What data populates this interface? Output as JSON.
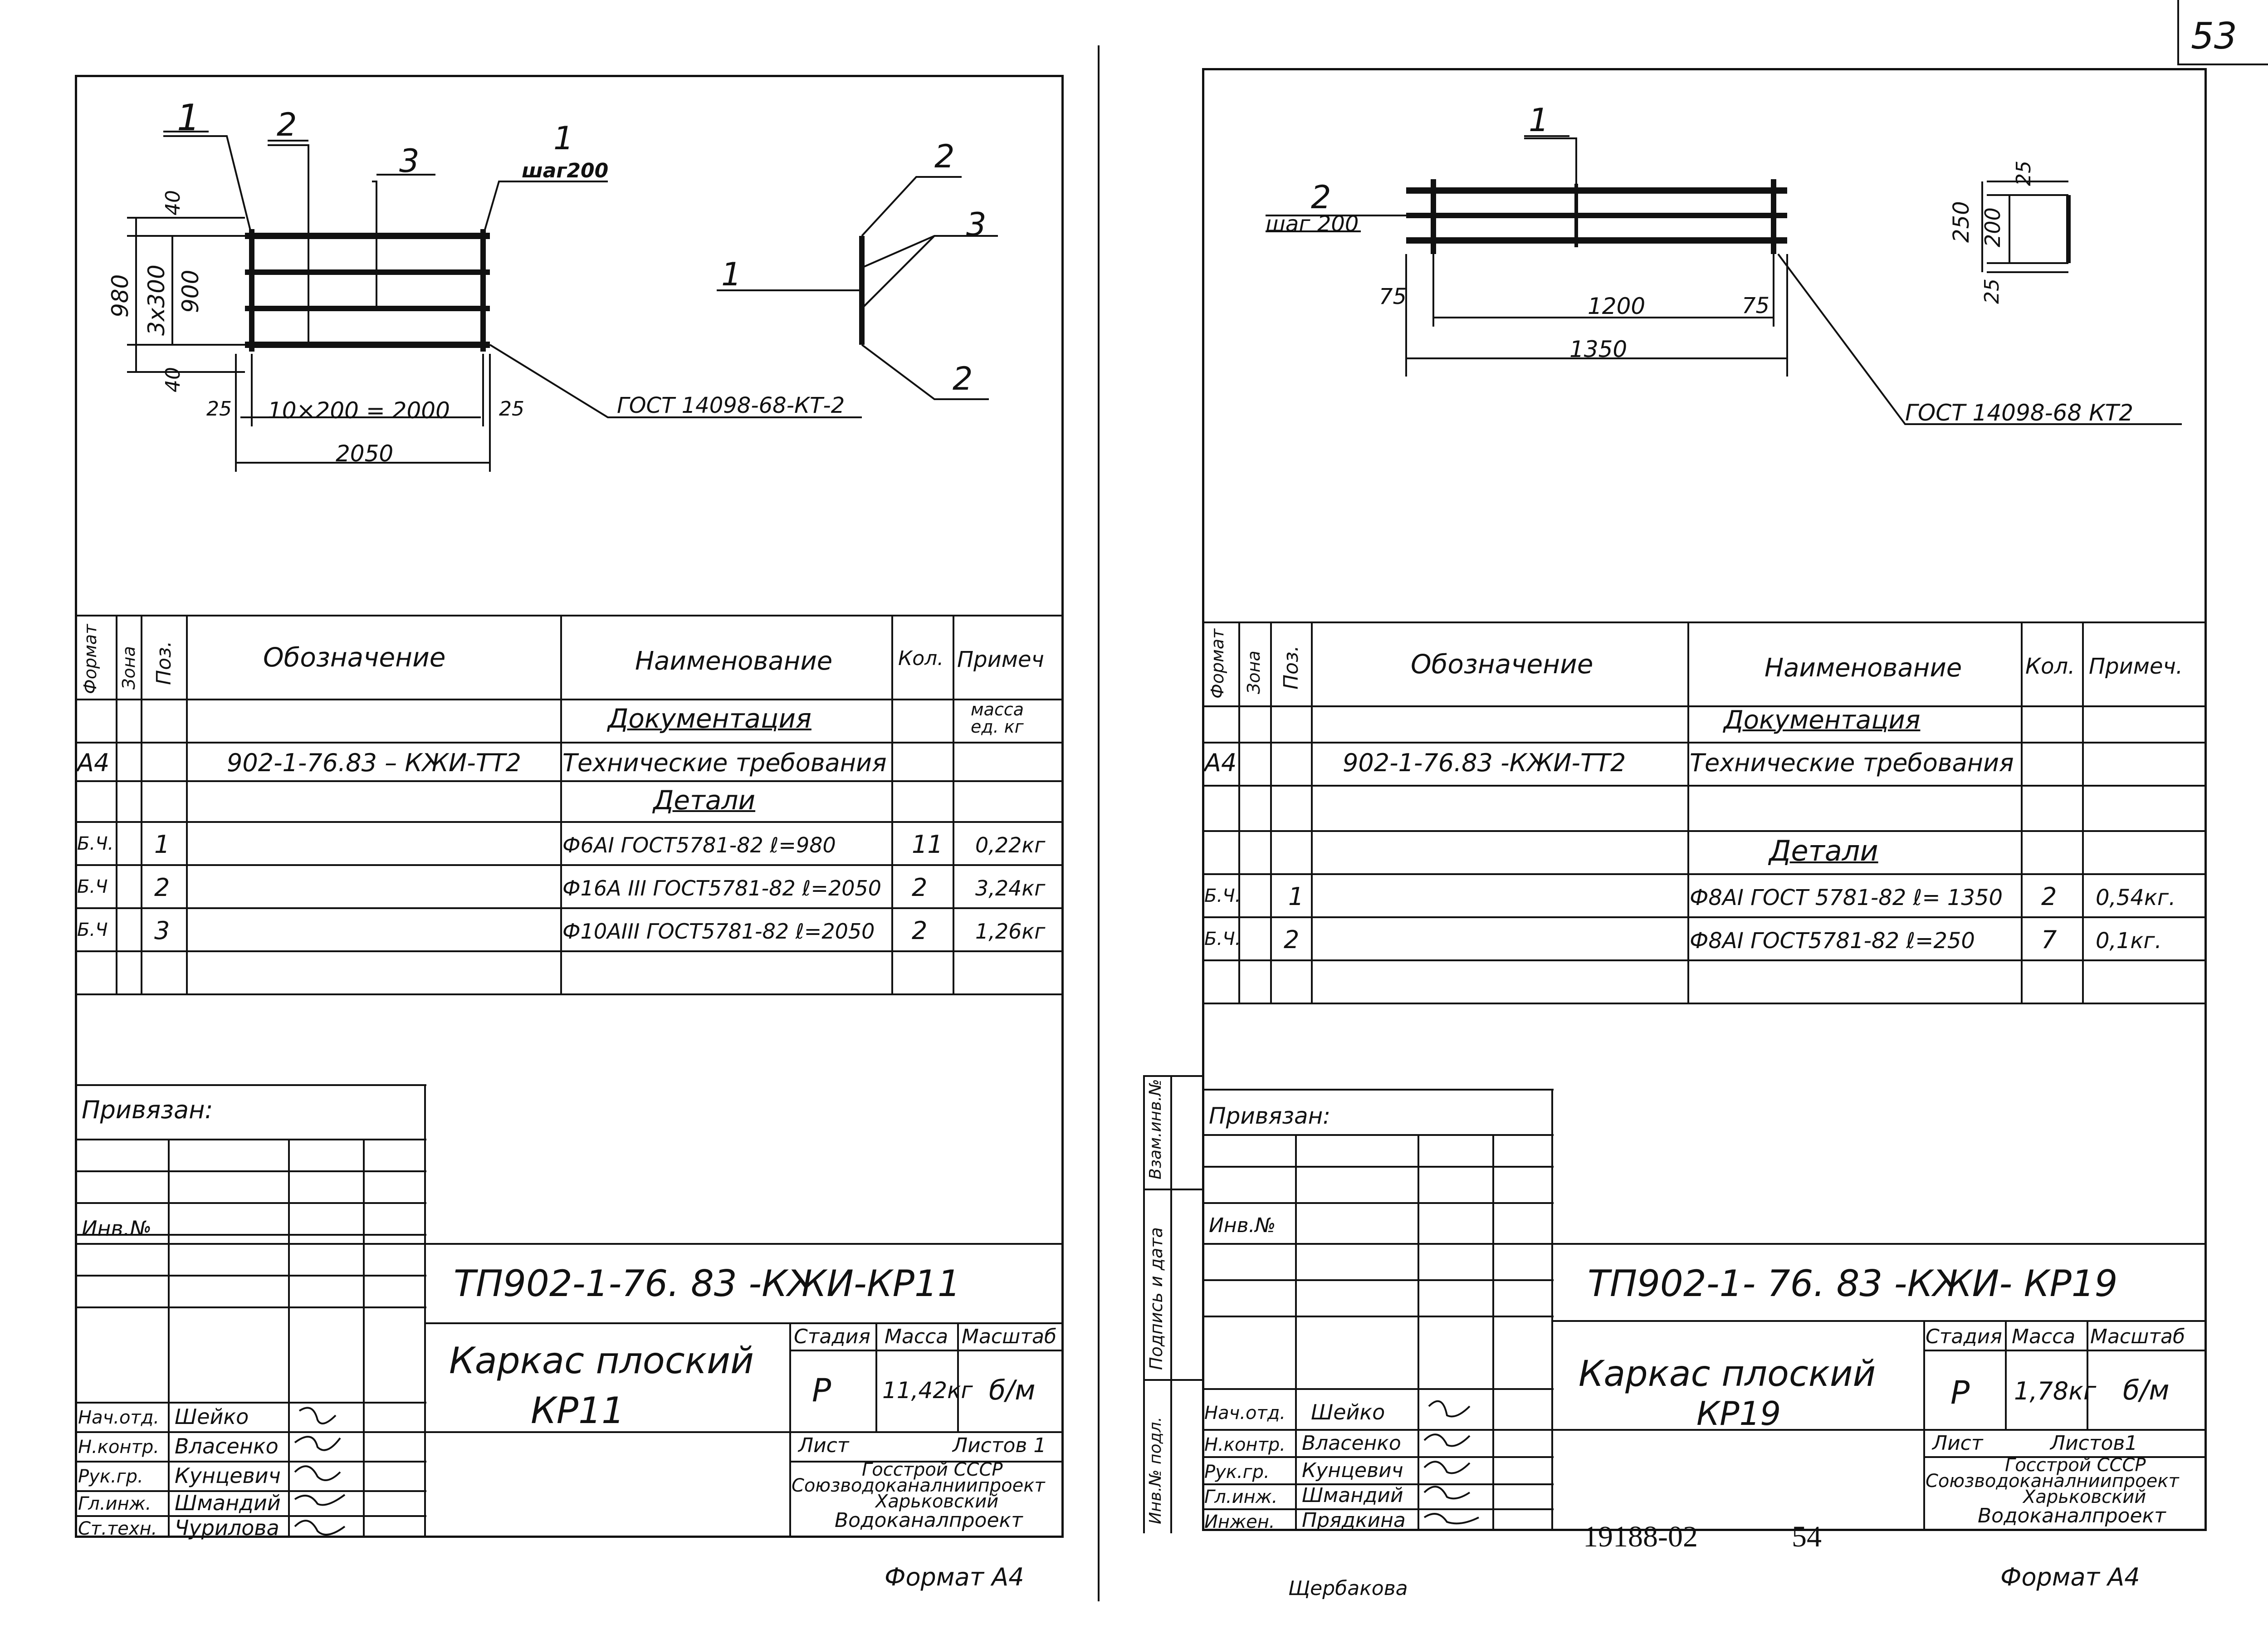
{
  "page_number": "53",
  "left": {
    "drawing": {
      "callouts": [
        "1",
        "2",
        "3",
        "1",
        "шаг200",
        "2",
        "3",
        "1",
        "2"
      ],
      "dims": {
        "d40a": "40",
        "d980": "980",
        "d3x300": "3x300",
        "d900": "900",
        "d40b": "40",
        "d25a": "25",
        "d2000": "10×200 = 2000",
        "d25b": "25",
        "d2050": "2050"
      },
      "gost": "ГОСТ 14098-68-КТ-2"
    },
    "spec": {
      "headers": {
        "format": "Формат",
        "zone": "Зона",
        "pos": "Поз.",
        "designation": "Обозначение",
        "name": "Наименование",
        "qty": "Кол.",
        "note": "Примеч"
      },
      "rows": [
        {
          "format": "",
          "pos": "",
          "designation": "",
          "name": "Документация",
          "qty": "",
          "note": "масса ед. кг"
        },
        {
          "format": "А4",
          "pos": "",
          "designation": "902-1-76.83 – КЖИ-ТТ2",
          "name": "Технические требования",
          "qty": "",
          "note": ""
        },
        {
          "format": "",
          "pos": "",
          "designation": "",
          "name": "Детали",
          "qty": "",
          "note": ""
        },
        {
          "format": "Б.Ч.",
          "pos": "1",
          "designation": "",
          "name": "Ф6АI ГОСТ5781-82 ℓ=980",
          "qty": "11",
          "note": "0,22кг"
        },
        {
          "format": "Б.Ч",
          "pos": "2",
          "designation": "",
          "name": "Ф16А III ГОСТ5781-82 ℓ=2050",
          "qty": "2",
          "note": "3,24кг"
        },
        {
          "format": "Б.Ч",
          "pos": "3",
          "designation": "",
          "name": "Ф10АIII ГОСТ5781-82 ℓ=2050",
          "qty": "2",
          "note": "1,26кг"
        }
      ]
    },
    "stamp": {
      "privyazan": "Привязан:",
      "inv": "Инв.№",
      "doc_code": "ТП902-1-76. 83 -КЖИ-КР11",
      "title_line1": "Каркас плоский",
      "title_line2": "КР11",
      "stage_label": "Стадия",
      "mass_label": "Масса",
      "scale_label": "Масштаб",
      "stage": "Р",
      "mass": "11,42кг",
      "scale": "б/м",
      "sheet_label": "Лист",
      "sheets_label": "Листов 1",
      "org1": "Госстрой СССР",
      "org2": "Союзводоканалниипроект",
      "org3": "Харьковский",
      "org4": "Водоканалпроект",
      "roles": [
        {
          "role": "Нач.отд.",
          "name": "Шейко"
        },
        {
          "role": "Н.контр.",
          "name": "Власенко"
        },
        {
          "role": "Рук.гр.",
          "name": "Кунцевич"
        },
        {
          "role": "Гл.инж.",
          "name": "Шмандий"
        },
        {
          "role": "Ст.техн.",
          "name": "Чурилова"
        }
      ]
    },
    "format": "Формат А4"
  },
  "right": {
    "drawing": {
      "callouts": [
        "1",
        "2",
        "шаг 200"
      ],
      "dims": {
        "d75a": "75",
        "d1200": "1200",
        "d75b": "75",
        "d1350": "1350",
        "d250": "250",
        "d25a": "25",
        "d200": "200",
        "d25b": "25"
      },
      "gost": "ГОСТ 14098-68 КТ2"
    },
    "spec": {
      "headers": {
        "format": "Формат",
        "zone": "Зона",
        "pos": "Поз.",
        "designation": "Обозначение",
        "name": "Наименование",
        "qty": "Кол.",
        "note": "Примеч."
      },
      "rows": [
        {
          "format": "",
          "pos": "",
          "designation": "",
          "name": "Документация",
          "qty": "",
          "note": ""
        },
        {
          "format": "А4",
          "pos": "",
          "designation": "902-1-76.83 -КЖИ-ТТ2",
          "name": "Технические требования",
          "qty": "",
          "note": ""
        },
        {
          "format": "",
          "pos": "",
          "designation": "",
          "name": "",
          "qty": "",
          "note": ""
        },
        {
          "format": "",
          "pos": "",
          "designation": "",
          "name": "Детали",
          "qty": "",
          "note": ""
        },
        {
          "format": "Б.Ч.",
          "pos": "1",
          "designation": "",
          "name": "Ф8АI ГОСТ 5781-82 ℓ= 1350",
          "qty": "2",
          "note": "0,54кг."
        },
        {
          "format": "Б.Ч.",
          "pos": "2",
          "designation": "",
          "name": "Ф8АI ГОСТ5781-82 ℓ=250",
          "qty": "7",
          "note": "0,1кг."
        }
      ]
    },
    "side_labels": [
      "Инв.№ подл.",
      "Подпись и дата",
      "Взам.инв.№"
    ],
    "stamp": {
      "privyazan": "Привязан:",
      "inv": "Инв.№",
      "doc_code": "ТП902-1- 76. 83 -КЖИ- КР19",
      "title_line1": "Каркас плоский",
      "title_line2": "КР19",
      "stage_label": "Стадия",
      "mass_label": "Масса",
      "scale_label": "Масштаб",
      "stage": "Р",
      "mass": "1,78кг",
      "scale": "б/м",
      "sheet_label": "Лист",
      "sheets_label": "Листов1",
      "org1": "Госстрой СССР",
      "org2": "Союзводоканалниипроект",
      "org3": "Харьковский",
      "org4": "Водоканалпроект",
      "roles": [
        {
          "role": "Нач.отд.",
          "name": "Шейко"
        },
        {
          "role": "Н.контр.",
          "name": "Власенко"
        },
        {
          "role": "Рук.гр.",
          "name": "Кунцевич"
        },
        {
          "role": "Гл.инж.",
          "name": "Шмандий"
        },
        {
          "role": "Инжен.",
          "name": "Прядкина"
        }
      ]
    },
    "archive_no": "19188-02",
    "sheet_no": "54",
    "bottom_signature": "Щербакова",
    "format": "Формат А4"
  }
}
